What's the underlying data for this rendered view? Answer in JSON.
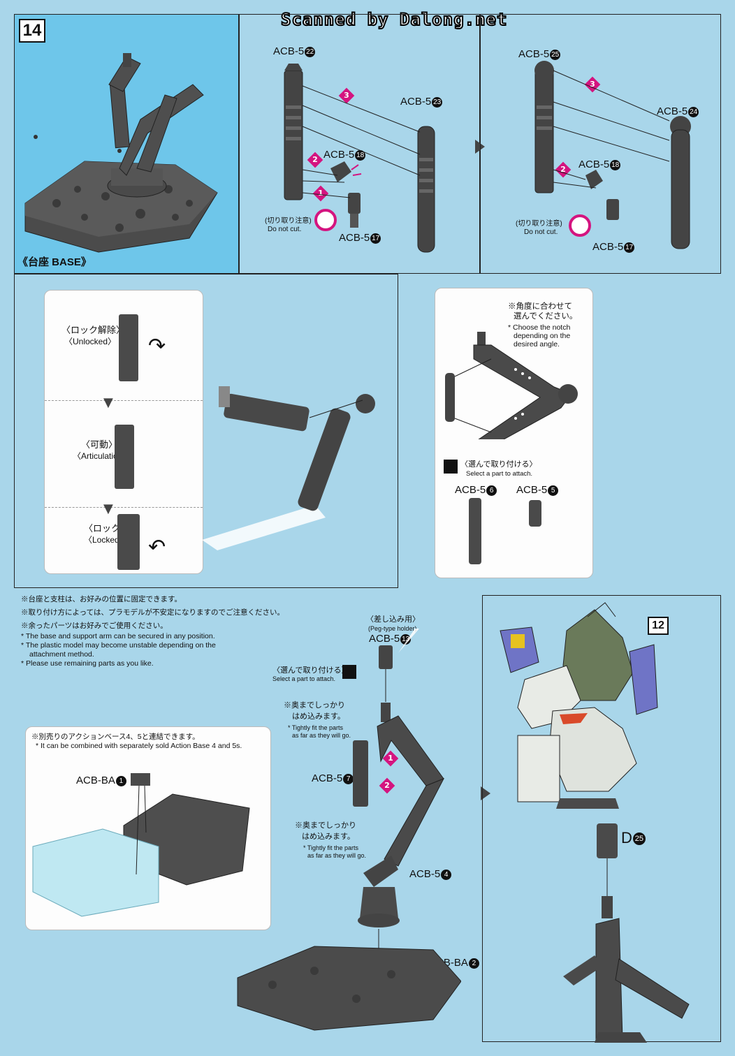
{
  "header": {
    "scan_credit": "Scanned by Dalong.net",
    "step_number": "14"
  },
  "base_panel": {
    "label": "《台座 BASE》"
  },
  "top_middle": {
    "part_22": "ACB-5",
    "part_22_num": "22",
    "part_23": "ACB-5",
    "part_23_num": "23",
    "part_18": "ACB-5",
    "part_18_num": "18",
    "part_17": "ACB-5",
    "part_17_num": "17",
    "caution_jp": "(切り取り注意)",
    "caution_en": "Do not cut.",
    "steps": [
      "1",
      "2",
      "3"
    ]
  },
  "top_right": {
    "part_25": "ACB-5",
    "part_25_num": "25",
    "part_24": "ACB-5",
    "part_24_num": "24",
    "part_18": "ACB-5",
    "part_18_num": "18",
    "part_17": "ACB-5",
    "part_17_num": "17",
    "caution_jp": "(切り取り注意)",
    "caution_en": "Do not cut.",
    "steps": [
      "2",
      "3"
    ]
  },
  "joint_panel": {
    "unlocked_jp": "〈ロック解除〉",
    "unlocked_en": "〈Unlocked〉",
    "articulation_jp": "〈可動〉",
    "articulation_en": "〈Articulation〉",
    "locked_jp": "〈ロック〉",
    "locked_en": "〈Locked〉"
  },
  "angle_panel": {
    "note_jp_1": "※角度に合わせて",
    "note_jp_2": "選んでください。",
    "note_en_1": "* Choose the notch",
    "note_en_2": "depending on the",
    "note_en_3": "desired angle.",
    "select_jp": "〈選んで取り付ける〉",
    "select_en": "Select a part to attach.",
    "part_6": "ACB-5",
    "part_6_num": "6",
    "part_5": "ACB-5",
    "part_5_num": "5"
  },
  "notes": [
    "※台座と支柱は、お好みの位置に固定できます。",
    "※取り付け方によっては、プラモデルが不安定になりますのでご注意ください。",
    "※余ったパーツはお好みでご使用ください。",
    "* The base and support arm can be secured in any position.",
    "* The plastic model may become unstable depending on the",
    "attachment method.",
    "* Please use remaining parts as you like."
  ],
  "combine_panel": {
    "note_jp": "※別売りのアクションベース4、5と連結できます。",
    "note_en": "* It can be combined with separately sold Action Base 4 and 5s.",
    "part_ba1": "ACB-BA",
    "part_ba1_num": "1"
  },
  "assembly": {
    "peg_jp": "〈差し込み用〉",
    "peg_en": "(Peg-type holder)",
    "part_13": "ACB-5",
    "part_13_num": "13",
    "select_jp": "〈選んで取り付ける〉",
    "select_en": "Select a part to attach.",
    "fit_jp_1": "※奥までしっかり",
    "fit_jp_2": "はめ込みます。",
    "fit_en_1": "* Tightly fit the parts",
    "fit_en_2": "as far as they will go.",
    "part_7": "ACB-5",
    "part_7_num": "7",
    "part_4": "ACB-5",
    "part_4_num": "4",
    "part_ba2": "ACB-BA",
    "part_ba2_num": "2",
    "steps": [
      "1",
      "2"
    ]
  },
  "robot_panel": {
    "step_ref": "12",
    "part_d": "D",
    "part_d_num": "25"
  }
}
